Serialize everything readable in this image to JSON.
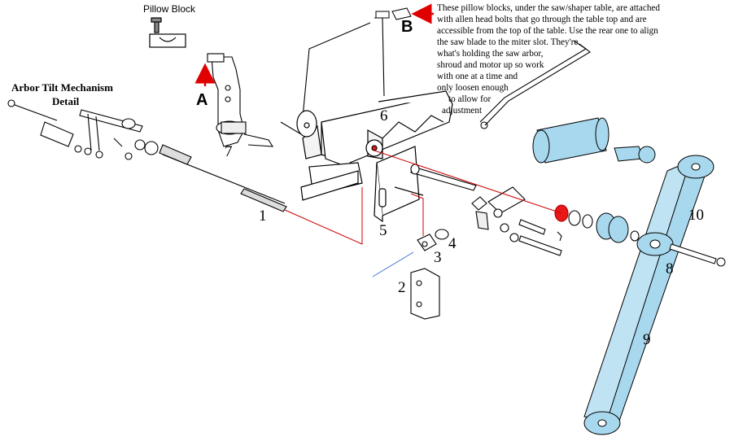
{
  "labels": {
    "pillow_block": "Pillow Block",
    "arbor_tilt_line1": "Arbor Tilt Mechanism",
    "arbor_tilt_line2": "Detail",
    "A": "A",
    "B": "B",
    "n1": "1",
    "n2": "2",
    "n3": "3",
    "n4": "4",
    "n5": "5",
    "n6": "6",
    "n7": "7",
    "n8": "8",
    "n9": "9",
    "n10": "10"
  },
  "note_lines": [
    "These pillow blocks, under the saw/shaper table, are attached",
    "with allen head bolts that go through the table top and are",
    "accessible from the top of the table.  Use the rear one to align",
    "the saw blade to the miter slot. They're",
    "what's holding the saw arbor,",
    "shroud and motor up so work",
    "with one at a time and",
    "only loosen enough",
    "to allow for",
    "adjustment"
  ],
  "colors": {
    "line": "#000000",
    "callout_red": "#cc0000",
    "arrow_red": "#e00000",
    "callout_blue": "#3a6fd8",
    "highlight_blue": "#a8d8ee",
    "highlight_blue_dark": "#7fbfdf",
    "part_red": "#e81818"
  }
}
